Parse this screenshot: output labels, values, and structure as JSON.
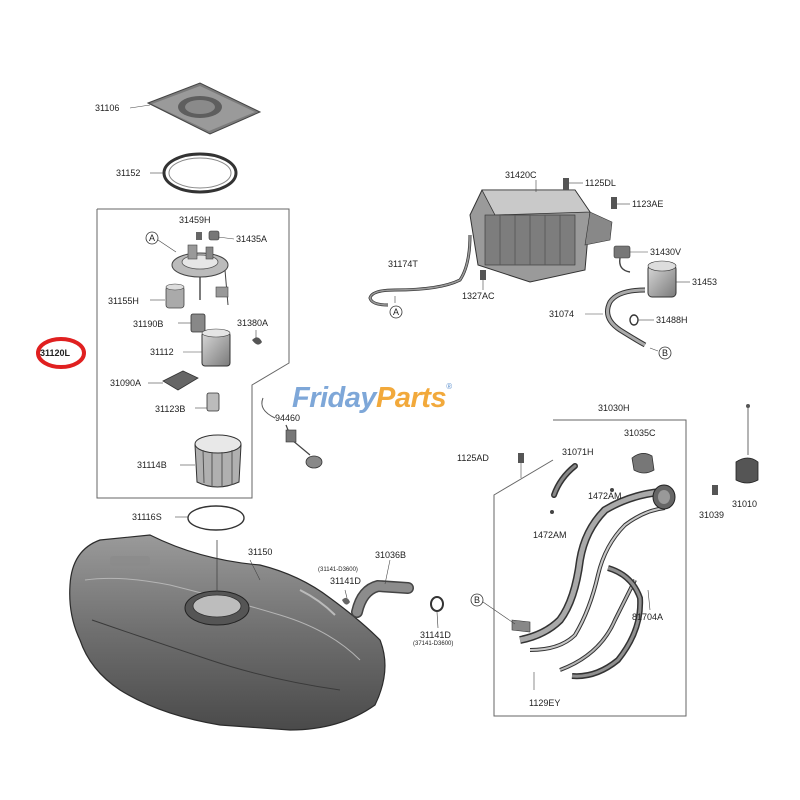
{
  "watermark": {
    "part1": "Friday",
    "part2": "Parts",
    "reg": "®"
  },
  "highlight_color": "#e02020",
  "callouts": {
    "c31106": "31106",
    "c31152": "31152",
    "c31459H": "31459H",
    "c31435A": "31435A",
    "c31155H": "31155H",
    "c31190B": "31190B",
    "c31380A": "31380A",
    "c31112": "31112",
    "c31090A": "31090A",
    "c31123B": "31123B",
    "c31114B": "31114B",
    "c31120L": "31120L",
    "c94460": "94460",
    "c31116S": "31116S",
    "c31150": "31150",
    "c31141D_top_note": "(31141-D3600)",
    "c31141D_top": "31141D",
    "c31036B": "31036B",
    "c31141D_bot": "31141D",
    "c31141D_bot_note": "(37141-D3600)",
    "c31420C": "31420C",
    "c1125DL": "1125DL",
    "c1123AE": "1123AE",
    "c31174T": "31174T",
    "c1327AC": "1327AC",
    "c31430V": "31430V",
    "c31453": "31453",
    "c31074": "31074",
    "c31488H": "31488H",
    "c31030H": "31030H",
    "c1125AD": "1125AD",
    "c31071H": "31071H",
    "c31035C": "31035C",
    "c1472AM_a": "1472AM",
    "c1472AM_b": "1472AM",
    "c31039": "31039",
    "c31010": "31010",
    "c81704A": "81704A",
    "c1129EY": "1129EY"
  },
  "markers": {
    "a1": "A",
    "a2": "A",
    "b1": "B",
    "b2": "B"
  }
}
